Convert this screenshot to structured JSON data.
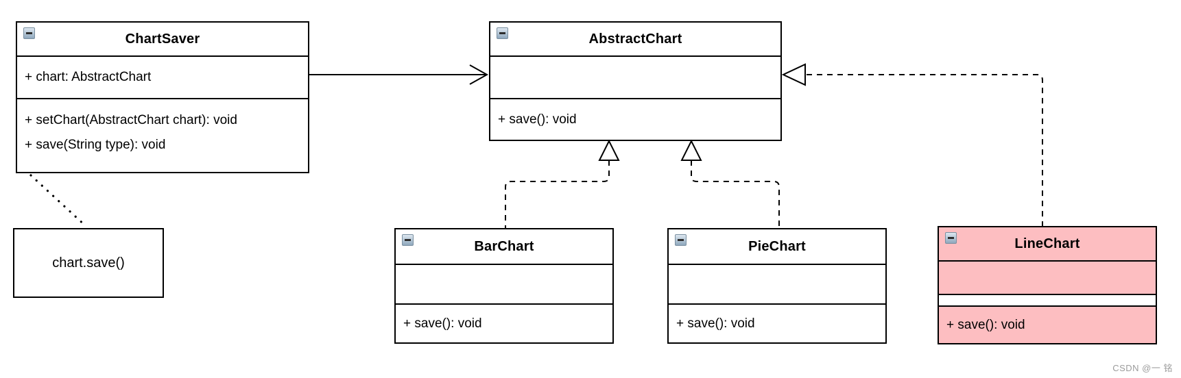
{
  "diagram": {
    "classes": [
      {
        "id": "chartsaver",
        "name": "ChartSaver",
        "attributes": [
          "+ chart: AbstractChart"
        ],
        "methods": [
          "+ setChart(AbstractChart chart): void",
          "+ save(String type): void"
        ],
        "fill": "#ffffff"
      },
      {
        "id": "abstractchart",
        "name": "AbstractChart",
        "attributes": [],
        "methods": [
          "+ save(): void"
        ],
        "fill": "#ffffff"
      },
      {
        "id": "barchart",
        "name": "BarChart",
        "attributes": [],
        "methods": [
          "+ save(): void"
        ],
        "fill": "#ffffff"
      },
      {
        "id": "piechart",
        "name": "PieChart",
        "attributes": [],
        "methods": [
          "+ save(): void"
        ],
        "fill": "#ffffff"
      },
      {
        "id": "linechart",
        "name": "LineChart",
        "attributes": [],
        "methods": [
          "+ save(): void"
        ],
        "fill": "#fdbec1",
        "highlighted": true
      }
    ],
    "note": {
      "text": "chart.save()"
    },
    "relationships": [
      {
        "type": "association",
        "from": "ChartSaver",
        "to": "AbstractChart",
        "style": "solid-open-arrow"
      },
      {
        "type": "generalization",
        "from": "BarChart",
        "to": "AbstractChart",
        "style": "dashed-hollow-triangle"
      },
      {
        "type": "generalization",
        "from": "PieChart",
        "to": "AbstractChart",
        "style": "dashed-hollow-triangle"
      },
      {
        "type": "realization",
        "from": "LineChart",
        "to": "AbstractChart",
        "style": "dashed-hollow-triangle"
      },
      {
        "type": "note-anchor",
        "from": "note",
        "to": "ChartSaver",
        "style": "dotted"
      }
    ],
    "colors": {
      "highlight_fill": "#fdbec1",
      "line": "#000000",
      "background": "#ffffff"
    },
    "collapse_icon": "minus"
  },
  "watermark": {
    "text": "CSDN @一 铭"
  }
}
